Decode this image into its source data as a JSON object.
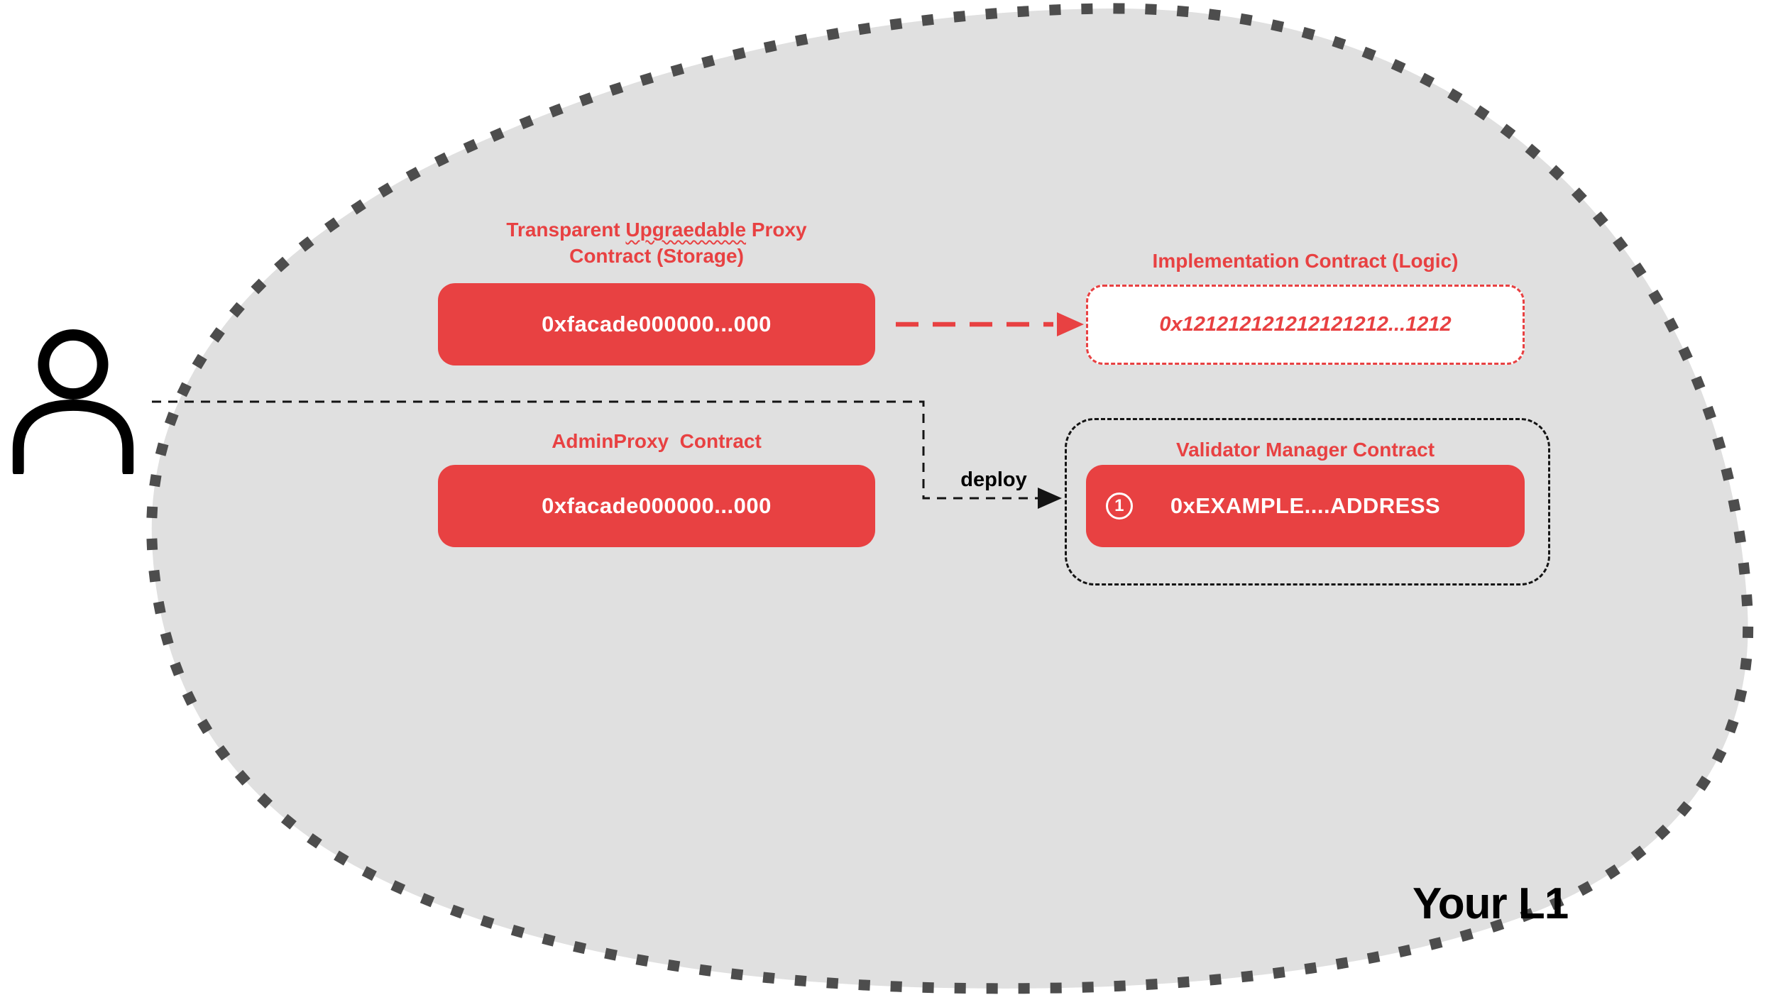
{
  "diagram": {
    "region_label": "Your L1",
    "deploy_label": "deploy",
    "proxy": {
      "label_word1": "Transparent",
      "label_word2": "Upgraedable",
      "label_word3": "Proxy",
      "label_line2": "Contract (Storage)",
      "address": "0xfacade000000...000"
    },
    "implementation": {
      "label": "Implementation Contract (Logic)",
      "address": "0x121212121212121212...1212"
    },
    "admin_proxy": {
      "label": "AdminProxy  Contract",
      "address": "0xfacade000000...000"
    },
    "validator_manager": {
      "label": "Validator Manager Contract",
      "step_number": "1",
      "address": "0xEXAMPLE....ADDRESS"
    },
    "icons": {
      "actor": "user-icon",
      "step_badge": "circled-number-icon"
    },
    "colors": {
      "accent_red": "#E84142",
      "blob_fill": "#E0E0E0",
      "blob_dot": "#4D4D4D",
      "ink": "#141414"
    }
  }
}
